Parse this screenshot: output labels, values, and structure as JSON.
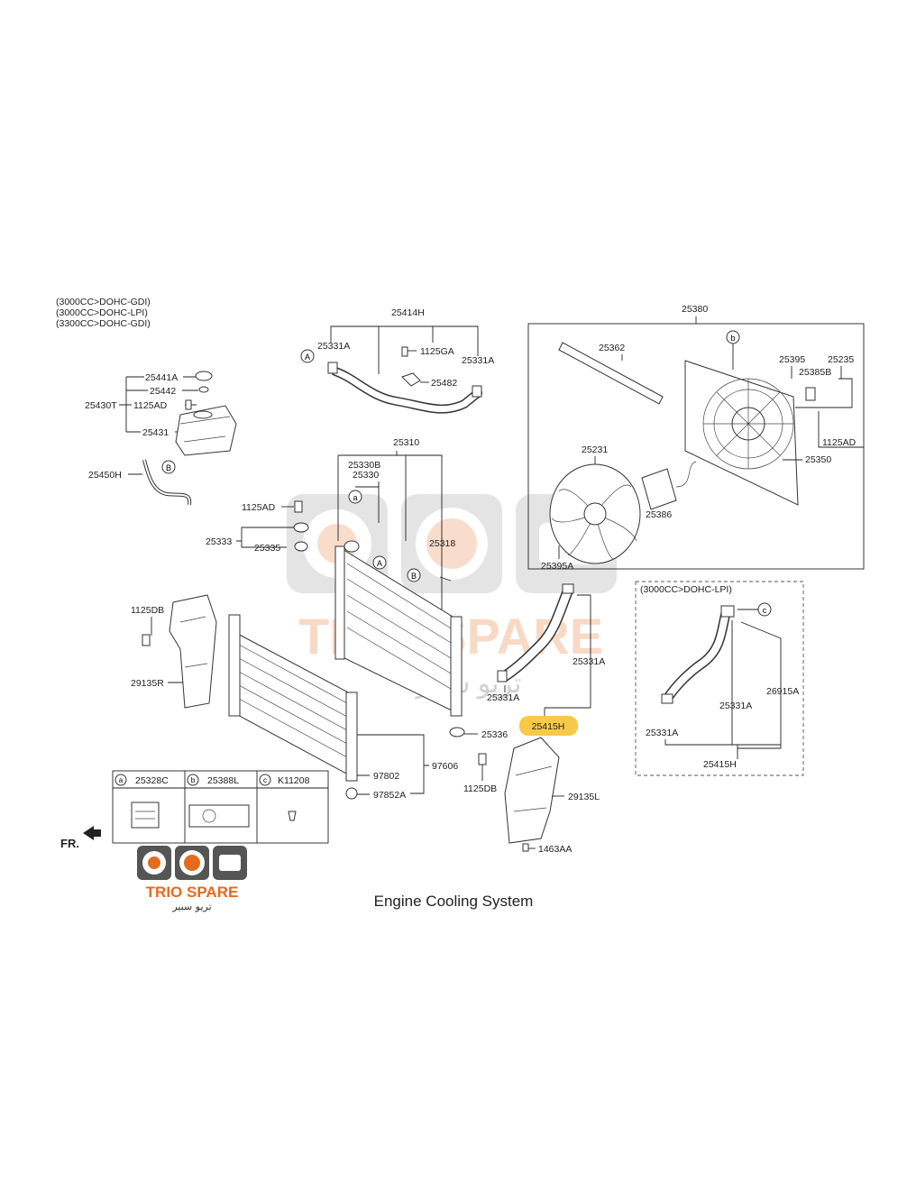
{
  "caption": "Engine Cooling System",
  "notes": [
    "(3000CC>DOHC-GDI)",
    "(3000CC>DOHC-LPI)",
    "(3300CC>DOHC-GDI)"
  ],
  "inset_title": "(3000CC>DOHC-LPI)",
  "watermark": {
    "brand": "TRIO SPARE",
    "arabic": "تريو سبير"
  },
  "logo": {
    "brand": "TRIO SPARE",
    "arabic": "تريو سبير"
  },
  "direction": "FR.",
  "highlight_part": "25415H",
  "colors": {
    "highlight": "#f7c948",
    "brand": "#e56a1e",
    "line": "#222222"
  },
  "legend": [
    {
      "key": "a",
      "part": "25328C"
    },
    {
      "key": "b",
      "part": "25388L"
    },
    {
      "key": "c",
      "part": "K11208"
    }
  ],
  "callouts": [
    "A",
    "B",
    "a",
    "b",
    "c"
  ],
  "labels": {
    "p25414H": "25414H",
    "p25331A_1": "25331A",
    "p1125GA": "1125GA",
    "p25331A_2": "25331A",
    "p25482": "25482",
    "p25380": "25380",
    "p25362": "25362",
    "p25395": "25395",
    "p25235": "25235",
    "p25385B": "25385B",
    "p25441A": "25441A",
    "p25442": "25442",
    "p25430T": "25430T",
    "p1125AD_1": "1125AD",
    "p25431": "25431",
    "p25450H": "25450H",
    "p25310": "25310",
    "p25330B": "25330B",
    "p25330": "25330",
    "p1125AD_2": "1125AD",
    "p25333": "25333",
    "p25335": "25335",
    "p25318": "25318",
    "p25231": "25231",
    "p25386": "25386",
    "p1125AD_3": "1125AD",
    "p25350": "25350",
    "p25395A": "25395A",
    "p1125DB_1": "1125DB",
    "p29135R": "29135R",
    "p25331A_3": "25331A",
    "p25331A_4": "25331A",
    "p25415H": "25415H",
    "p25336": "25336",
    "p97606": "97606",
    "p97802": "97802",
    "p97852A": "97852A",
    "p1125DB_2": "1125DB",
    "p29135L": "29135L",
    "p1463AA": "1463AA",
    "p26915A": "26915A",
    "p25331A_5": "25331A",
    "p25331A_6": "25331A",
    "p25415H_2": "25415H"
  }
}
